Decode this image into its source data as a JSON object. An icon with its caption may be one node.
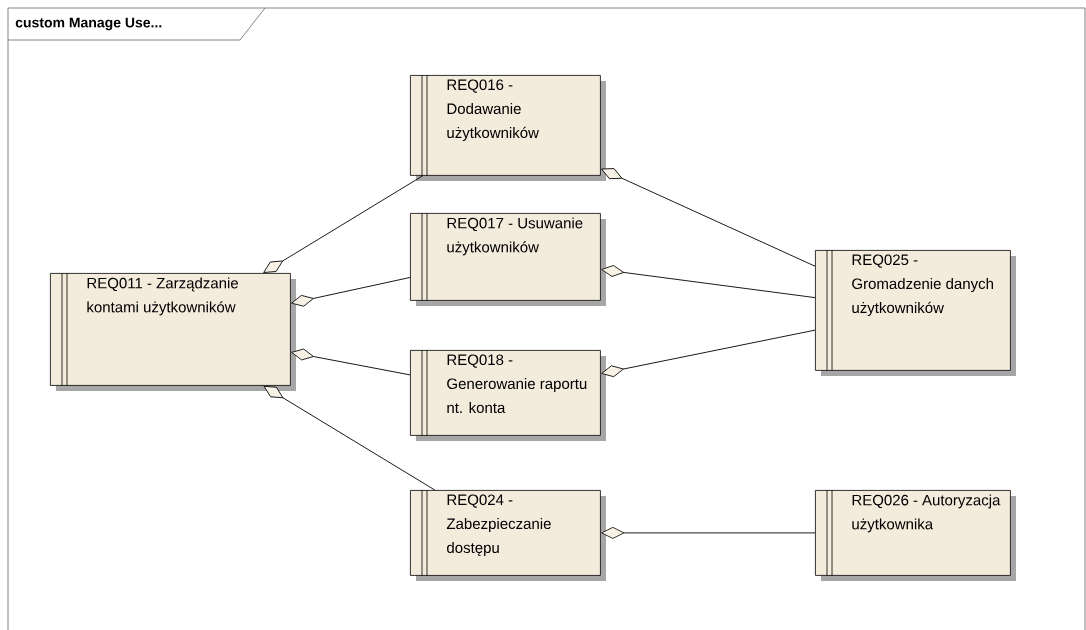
{
  "diagram": {
    "title": "custom Manage Use...",
    "nodes": [
      {
        "text": [
          "REQ011 - Zarządzanie kontami użytkowników"
        ]
      },
      {
        "text": [
          "REQ016 - Dodawanie użytkowników"
        ]
      },
      {
        "text": [
          "REQ017 - Usuwanie użytkowników"
        ]
      },
      {
        "text": [
          "REQ018 - Generowanie raportu nt. konta"
        ]
      },
      {
        "text": [
          "REQ024 - Zabezpieczanie dostępu"
        ]
      },
      {
        "text": [
          "REQ025 - Gromadzenie danych użytkowników"
        ]
      },
      {
        "text": [
          "REQ026 - Autoryzacja użytkownika"
        ]
      }
    ],
    "edges": [
      {
        "from": 0,
        "to": 1,
        "arrow": "other"
      },
      {
        "from": 0,
        "to": 2,
        "arrow": "other"
      },
      {
        "from": 0,
        "to": 3,
        "arrow": "other"
      },
      {
        "from": 0,
        "to": 4,
        "arrow": "other"
      },
      {
        "from": 1,
        "to": 5,
        "arrow": "other"
      },
      {
        "from": 2,
        "to": 5,
        "arrow": "other"
      },
      {
        "from": 3,
        "to": 5,
        "arrow": "other"
      },
      {
        "from": 4,
        "to": 6,
        "arrow": "other"
      }
    ]
  }
}
